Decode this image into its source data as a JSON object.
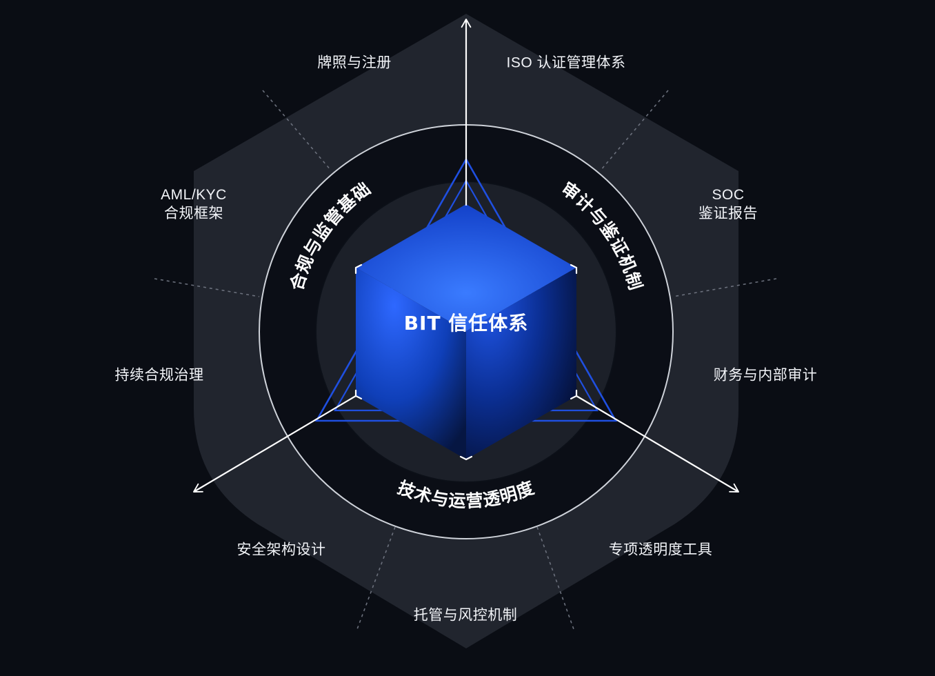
{
  "core": {
    "title": "BIT 信任体系"
  },
  "pillars": {
    "compliance": "合规与监管基础",
    "audit": "审计与鉴证机制",
    "technology": "技术与运营透明度"
  },
  "outer_labels": {
    "license": "牌照与注册",
    "iso": "ISO 认证管理体系",
    "aml_line1": "AML/KYC",
    "aml_line2": "合规框架",
    "soc_line1": "SOC",
    "soc_line2": "鉴证报告",
    "continuous": "持续合规治理",
    "finance": "财务与内部审计",
    "security": "安全架构设计",
    "transparency_tools": "专项透明度工具",
    "custody": "托管与风控机制"
  },
  "colors": {
    "background": "#0a0d14",
    "hexagon": "#21252e",
    "ring": "#0b0e16",
    "accent_blue": "#1f4fe0",
    "cube_light": "#2f6cff",
    "cube_dark": "#071a52",
    "line": "#ffffff"
  }
}
